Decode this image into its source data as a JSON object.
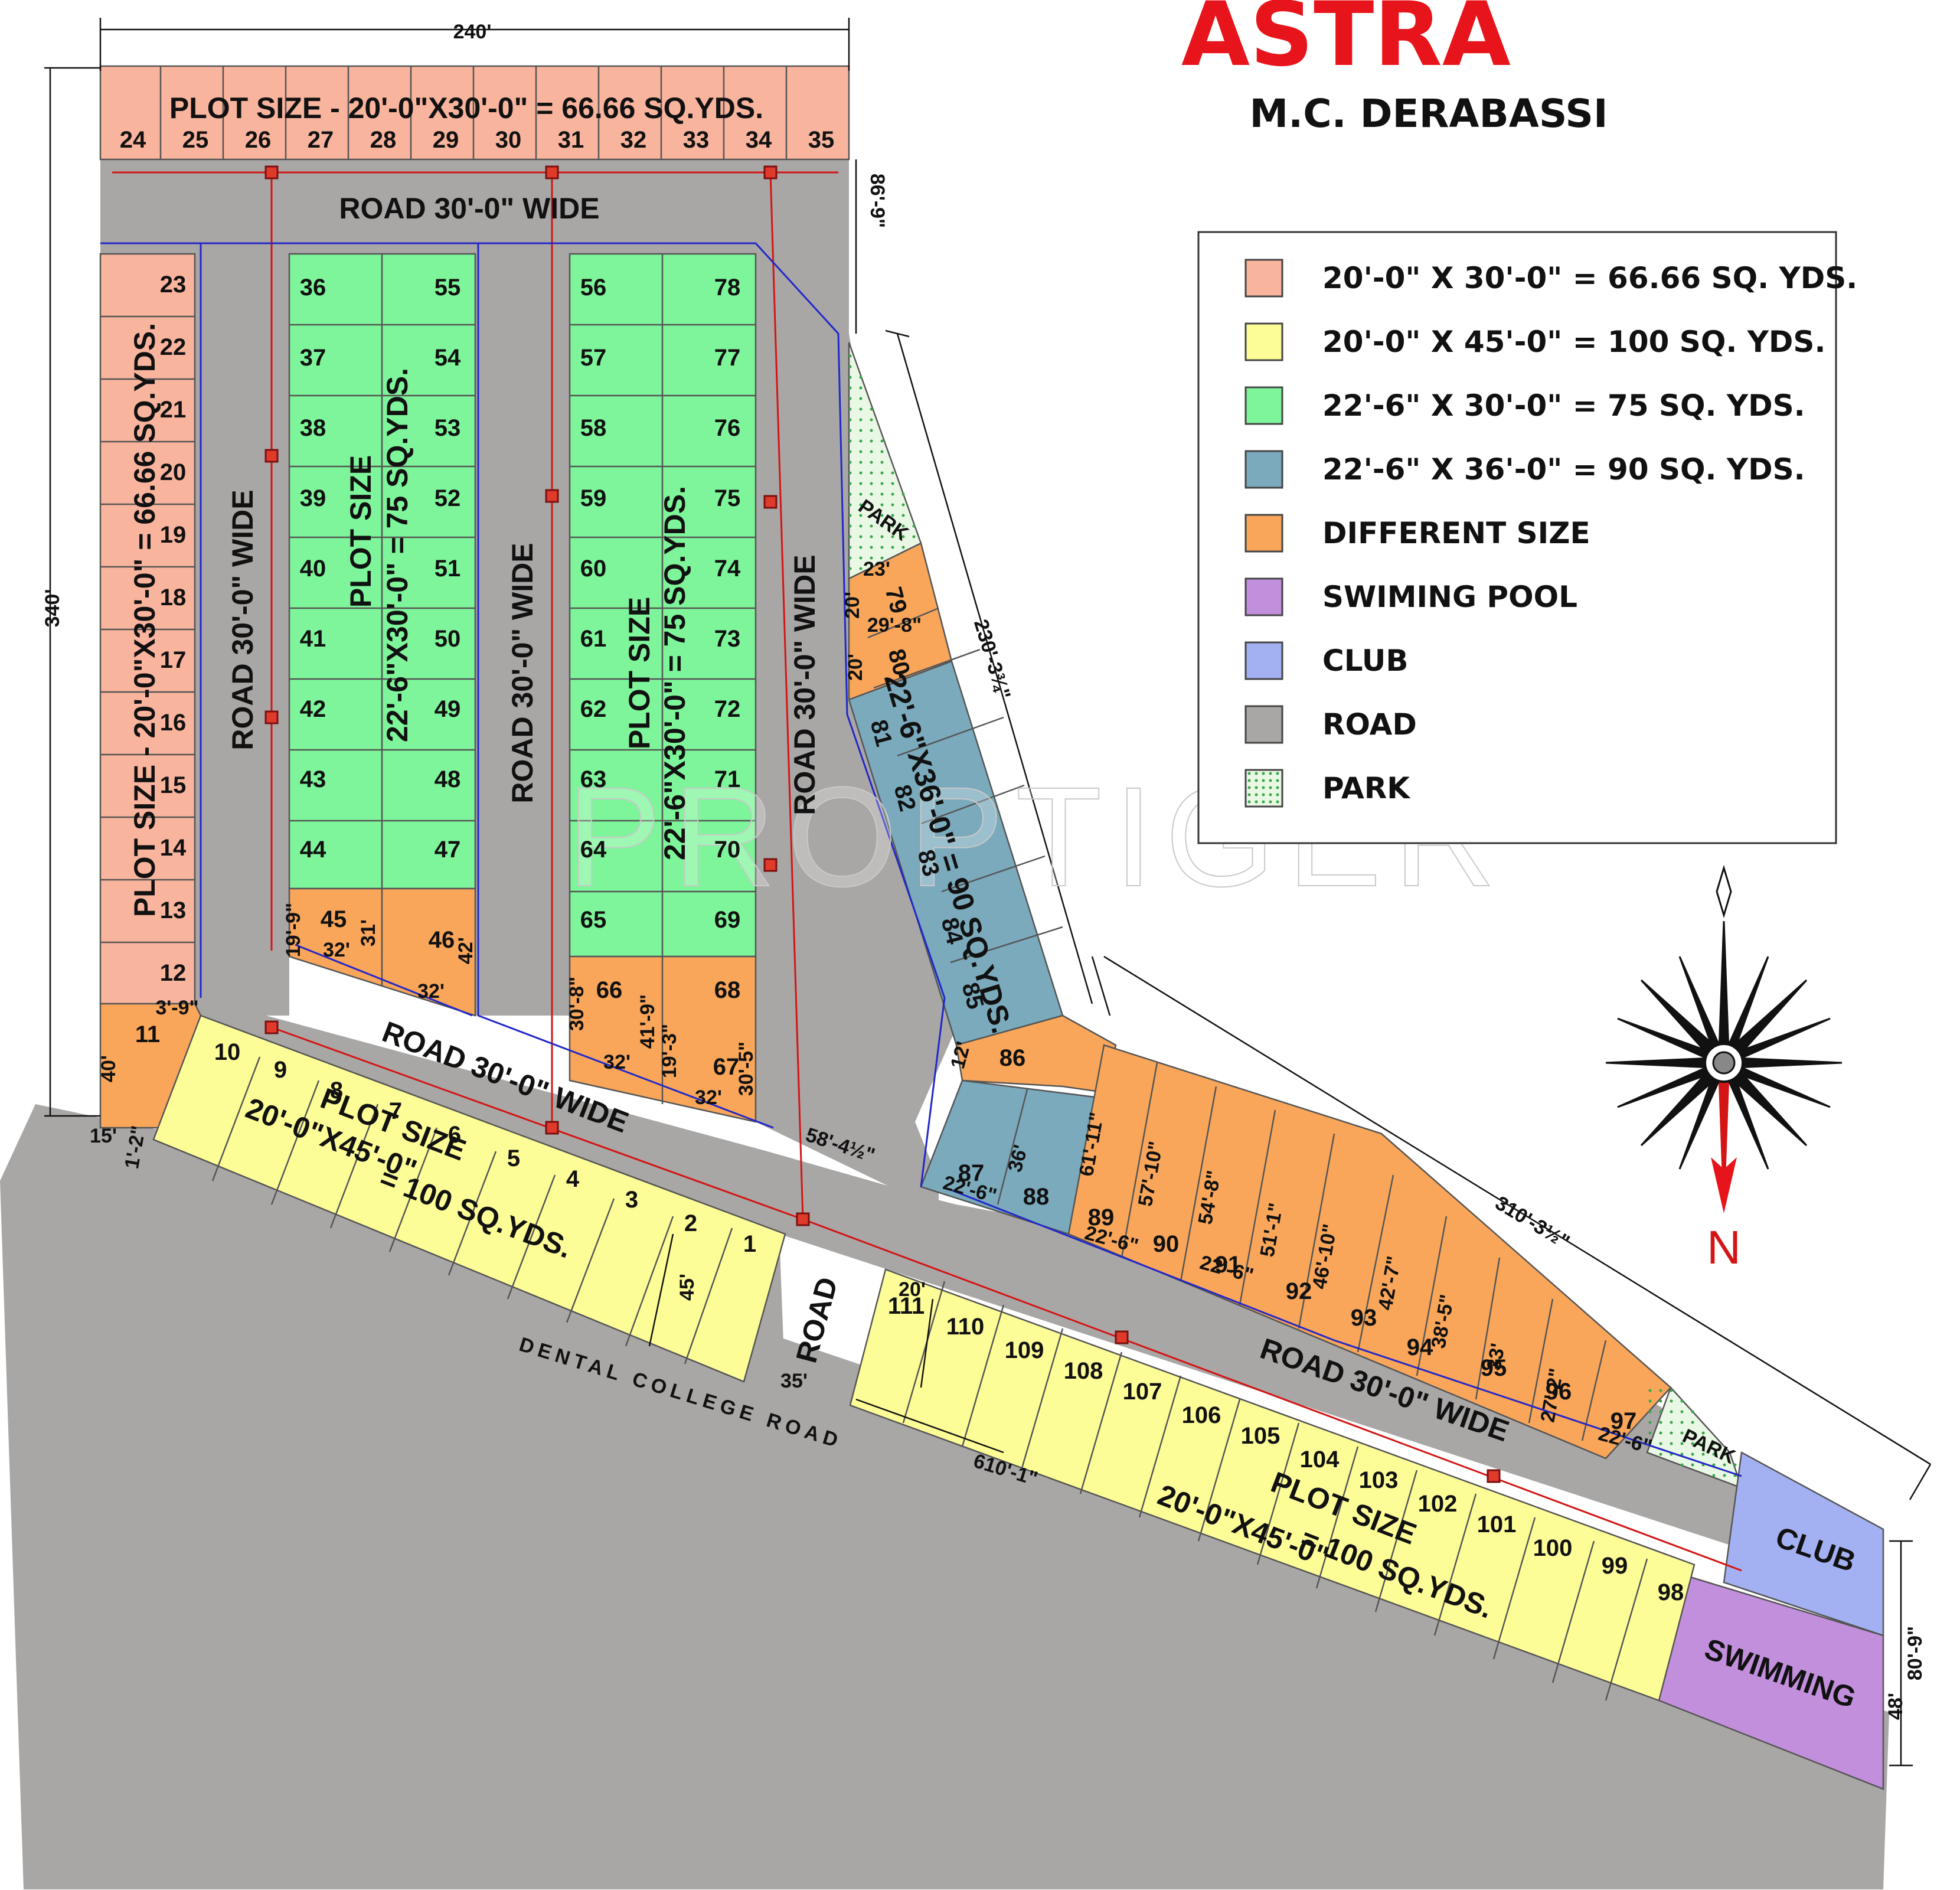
{
  "title": "ASTRA",
  "subtitle": "M.C. DERABASSI",
  "watermark": "PROPTIGER",
  "colors": {
    "plot_66": "#f9b49d",
    "plot_100": "#fdfd98",
    "plot_75": "#7ef59a",
    "plot_90": "#7aaabc",
    "different": "#f9a65a",
    "pool": "#c28fdc",
    "club": "#a3b1f2",
    "road": "#a9a7a6",
    "park": "#e9f8e4",
    "title_red": "#e8141b"
  },
  "legend": [
    {
      "swatch": "plot_66",
      "label": "20'-0\" X 30'-0\" = 66.66 SQ. YDS."
    },
    {
      "swatch": "plot_100",
      "label": "20'-0\" X 45'-0\" = 100  SQ. YDS."
    },
    {
      "swatch": "plot_75",
      "label": "22'-6\" X 30'-0\" = 75  SQ. YDS."
    },
    {
      "swatch": "plot_90",
      "label": "22'-6\" X 36'-0\" = 90  SQ. YDS."
    },
    {
      "swatch": "different",
      "label": "DIFFERENT SIZE"
    },
    {
      "swatch": "pool",
      "label": "SWIMING POOL"
    },
    {
      "swatch": "club",
      "label": "CLUB"
    },
    {
      "swatch": "road",
      "label": " ROAD"
    },
    {
      "swatch": "park",
      "label": "PARK"
    }
  ],
  "labels": {
    "top_plot_size": "PLOT SIZE  - 20'-0\"X30'-0\"   = 66.66 SQ.YDS.",
    "left_plot_size": "PLOT SIZE  - 20'-0\"X30'-0\"  = 66.66 SQ.YDS.",
    "green1_a": "PLOT SIZE",
    "green1_b": "22'-6\"X30'-0\"  = 75 SQ.YDS.",
    "green2_a": "PLOT SIZE",
    "green2_b": "22'-6\"X30'-0\"  = 75 SQ.YDS.",
    "yellow_left_a": "PLOT SIZE",
    "yellow_left_b": "20'-0\"X45'-0\"",
    "yellow_left_c": "= 100 SQ.YDS.",
    "yellow_right_a": "PLOT SIZE",
    "yellow_right_b": "20'-0\"X45'-0\"",
    "yellow_right_c": "= 100 SQ.YDS.",
    "blue_plot": "22'-6\"X36'-0\" = 90 SQ.YDS.",
    "road_top": "ROAD 30'-0\" WIDE",
    "road_v1": "ROAD 30'-0\" WIDE",
    "road_v2": "ROAD 30'-0\" WIDE",
    "road_v3": "ROAD 30'-0\" WIDE",
    "road_diag": "ROAD 30'-0\" WIDE",
    "road_lower": "ROAD 30'-0\" WIDE",
    "road_short": "ROAD",
    "main_road": "DENTAL COLLEGE ROAD",
    "park_upper": "PARK",
    "park_lower": "PARK",
    "club": "CLUB",
    "swimming": "SWIMMING",
    "north": "N"
  },
  "dimensions": {
    "width_top": "240'",
    "height_left": "340'",
    "right_top": "86'-9\"",
    "diag_edge": "230'-3¾\"",
    "lower_edge": "310'-3½\"",
    "right_end": "80'-9\"",
    "bottom_length": "610'-1\"",
    "mid_gap": "58'-4½\"",
    "road_short_width": "35'",
    "d_40": "40'",
    "d_45": "45'",
    "d_32a": "32'",
    "d_31": "31'",
    "d_42": "42'",
    "d_32b": "32'",
    "d_19_9": "19'-9\"",
    "d_30_8": "30'-8\"",
    "d_41_9": "41'-9\"",
    "d_19_3": "19'-3\"",
    "d_32c": "32'",
    "d_32d": "32'",
    "d_30_5": "30'-5\"",
    "d_3_9": "3'-9\"",
    "d_23": "23'",
    "d_20a": "20'",
    "d_29_8": "29'-8\"",
    "d_20b": "20'",
    "d_12": "12'",
    "d_36": "36'",
    "d_22_6a": "22'-6\"",
    "d_61_11": "61'-11\"",
    "d_57_10": "57'-10\"",
    "d_54_8": "54'-8\"",
    "d_51_1": "51'-1\"",
    "d_46_10": "46'-10\"",
    "d_42_7": "42'-7\"",
    "d_38_5": "38'-5\"",
    "d_33": "33'",
    "d_27_2": "27'-2\"",
    "d_22_6b": "22'-6\"",
    "d_22_6c": "22'-6\"",
    "d_22_6d": "22'-6\"",
    "d_20c": "20'",
    "d_48": "48'",
    "d_15": "15'",
    "d_1_2": "1'-2\""
  },
  "plots": {
    "top_row": [
      "24",
      "25",
      "26",
      "27",
      "28",
      "29",
      "30",
      "31",
      "32",
      "33",
      "34",
      "35"
    ],
    "left_col": [
      "23",
      "22",
      "21",
      "20",
      "19",
      "18",
      "17",
      "16",
      "15",
      "14",
      "13",
      "12"
    ],
    "green1_left": [
      "36",
      "37",
      "38",
      "39",
      "40",
      "41",
      "42",
      "43",
      "44"
    ],
    "green1_right": [
      "55",
      "54",
      "53",
      "52",
      "51",
      "50",
      "49",
      "48",
      "47"
    ],
    "green2_left": [
      "56",
      "57",
      "58",
      "59",
      "60",
      "61",
      "62",
      "63",
      "64",
      "65"
    ],
    "green2_right": [
      "78",
      "77",
      "76",
      "75",
      "74",
      "73",
      "72",
      "71",
      "70",
      "69",
      "68"
    ],
    "orange_small": [
      "45",
      "46",
      "66",
      "67",
      "11"
    ],
    "orange_79_80": [
      "79",
      "80"
    ],
    "blue_diag": [
      "81",
      "82",
      "83",
      "84",
      "85"
    ],
    "blue_87_88": [
      "87",
      "88"
    ],
    "orange_row": [
      "86",
      "89",
      "90",
      "91",
      "92",
      "93",
      "94",
      "95",
      "96",
      "97"
    ],
    "yellow_left": [
      "10",
      "9",
      "8",
      "7",
      "6",
      "5",
      "4",
      "3",
      "2",
      "1"
    ],
    "yellow_right": [
      "111",
      "110",
      "109",
      "108",
      "107",
      "106",
      "105",
      "104",
      "103",
      "102",
      "101",
      "100",
      "99",
      "98"
    ]
  }
}
